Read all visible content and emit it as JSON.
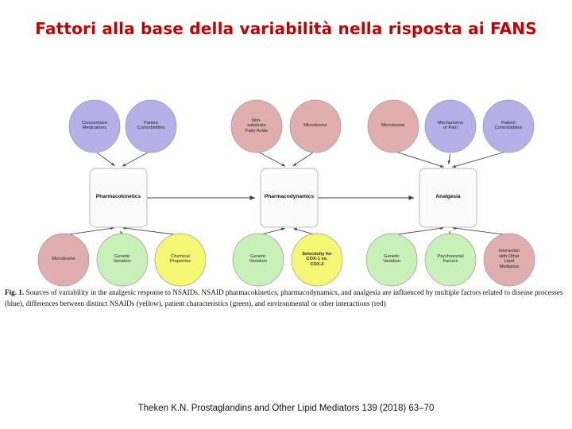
{
  "slide": {
    "title": "Fattori alla base della variabilità nella risposta ai FANS",
    "title_color": "#c00000",
    "background": "#ffffff"
  },
  "figure": {
    "caption_prefix": "Fig. 1.",
    "caption": " Sources of variability in the analgesic response to NSAIDs. NSAID pharmacokinetics, pharmacodynamics, and analgesia are influenced by multiple factors related to disease processes (blue), differences between distinct NSAIDs (yellow), patient characteristics (green), and environmental or other interactions (red)",
    "colors": {
      "blue": "#b5b0e8",
      "red": "#e0aeae",
      "green": "#caf0ba",
      "yellow": "#f7f776",
      "box_fill": "#fbfbfb",
      "box_stroke": "#b9b9b9",
      "node_stroke": "#9a9a9a",
      "arrow": "#3a3a3a"
    },
    "boxes": [
      {
        "id": "pk",
        "label": "Pharmacokinetics"
      },
      {
        "id": "pd",
        "label": "Pharmacodynamics"
      },
      {
        "id": "an",
        "label": "Analgesia"
      }
    ],
    "flow_arrows": [
      {
        "from": "pk",
        "to": "pd"
      },
      {
        "from": "pd",
        "to": "an"
      }
    ],
    "nodes_top": [
      {
        "id": "t1",
        "label": "Concomitant\nMedications",
        "color": "blue",
        "target": "pk"
      },
      {
        "id": "t2",
        "label": "Patient\nComorbidities",
        "color": "blue",
        "target": "pk"
      },
      {
        "id": "t3",
        "label": "Non-\nsubstrate\nFatty Acids",
        "color": "red",
        "target": "pd"
      },
      {
        "id": "t4",
        "label": "Microbiome",
        "color": "red",
        "target": "pd"
      },
      {
        "id": "t5",
        "label": "Microbiome",
        "color": "red",
        "target": "an"
      },
      {
        "id": "t6",
        "label": "Mechanisms\nof Pain",
        "color": "blue",
        "target": "an"
      },
      {
        "id": "t7",
        "label": "Patient\nComorbidities",
        "color": "blue",
        "target": "an"
      }
    ],
    "nodes_bottom": [
      {
        "id": "b1",
        "label": "Microbiome",
        "color": "red",
        "target": "pk"
      },
      {
        "id": "b2",
        "label": "Genetic\nVariation",
        "color": "green",
        "target": "pk"
      },
      {
        "id": "b3",
        "label": "Chemical\nProperties",
        "color": "yellow",
        "target": "pk"
      },
      {
        "id": "b4",
        "label": "Genetic\nVariation",
        "color": "green",
        "target": "pd"
      },
      {
        "id": "b5",
        "label": "Selectivity for\nCOX-1 vs.\nCOX-2",
        "color": "yellow",
        "target": "pd",
        "bold": true
      },
      {
        "id": "b6",
        "label": "Genetic\nVariation",
        "color": "green",
        "target": "an"
      },
      {
        "id": "b7",
        "label": "Psychosocial\nFactors",
        "color": "green",
        "target": "an"
      },
      {
        "id": "b8",
        "label": "Interaction\nwith Other\nLipid\nMediators",
        "color": "red",
        "target": "an"
      }
    ]
  },
  "footer": {
    "citation": "Theken K.N. Prostaglandins and Other Lipid Mediators 139 (2018) 63–70"
  }
}
